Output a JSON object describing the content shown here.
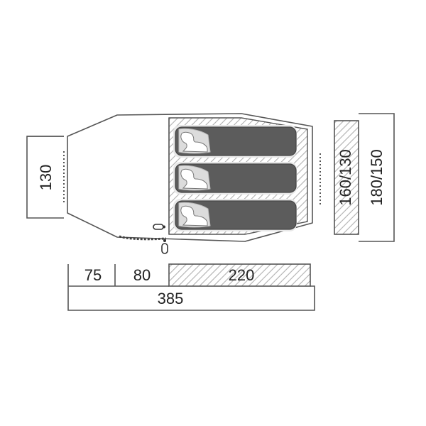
{
  "diagram": {
    "labels": {
      "side_height": "130",
      "inner_width": "160/130",
      "outer_width": "180/150",
      "vestibule_front": "75",
      "vestibule_rear": "80",
      "inner_length": "220",
      "total_length": "385"
    },
    "sleepers": 3,
    "colors": {
      "line": "#555555",
      "dark_line": "#333333",
      "text": "#222222",
      "hatch": "#b0b0b0",
      "sleeping_bag": "#5c5c5c",
      "sleeping_bag_stroke": "#444444",
      "pillow": "#dcdcdc",
      "figure": "#ffffff",
      "figure_stroke": "#777777",
      "pad": "#e8e8e8",
      "fly_fill": "#ffffff",
      "inner_fill": "#f4f4f4"
    }
  }
}
